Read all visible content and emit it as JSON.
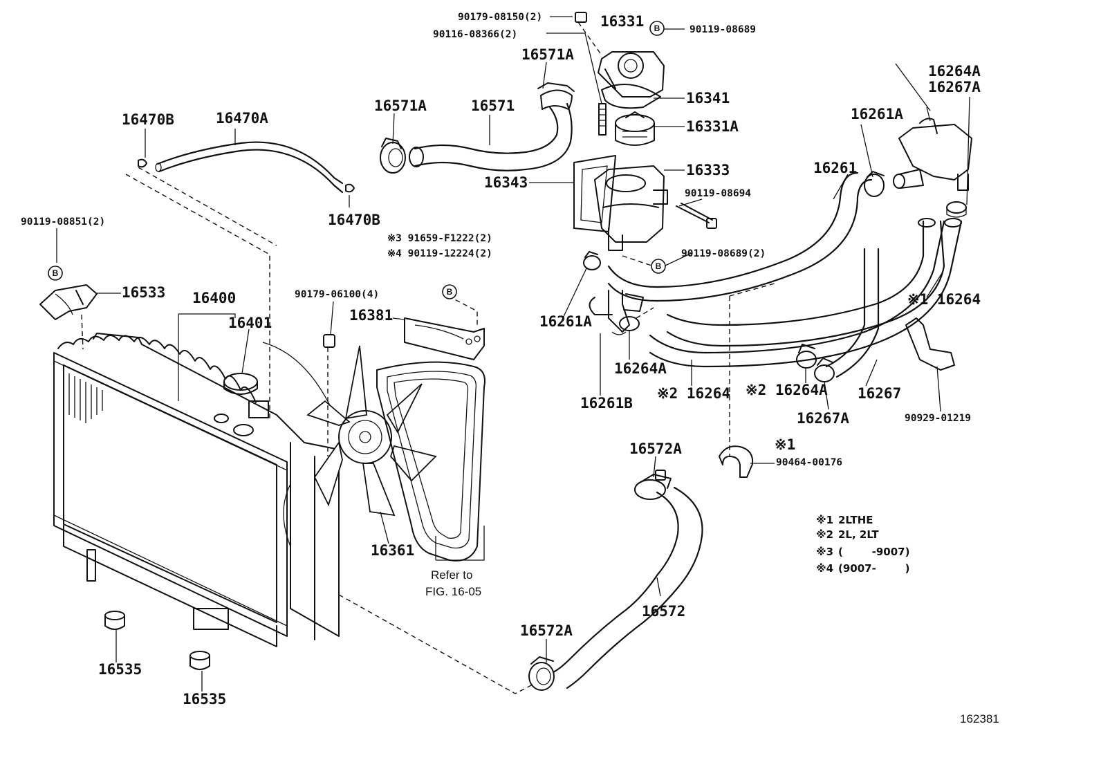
{
  "diagram_id": "162381",
  "parts": {
    "p16331": "16331",
    "p90179_08150": "90179-08150(2)",
    "p90119_08689_top": "90119-08689",
    "p90116_08366": "90116-08366(2)",
    "p16571A_top": "16571A",
    "p16571A_left": "16571A",
    "p16571": "16571",
    "p16341": "16341",
    "p16331A": "16331A",
    "p16343": "16343",
    "p16333": "16333",
    "p90119_08694": "90119-08694",
    "p90119_08689_2": "90119-08689(2)",
    "p16264A_top": "16264A",
    "p16267A_top": "16267A",
    "p16261A_top": "16261A",
    "p16261": "16261",
    "p16470B_top": "16470B",
    "p16470A": "16470A",
    "p16470B_bottom": "16470B",
    "p90119_08851": "90119-08851(2)",
    "p16533": "16533",
    "p16400": "16400",
    "p16401": "16401",
    "p90179_06100": "90179-06100(4)",
    "p91659": "※3 91659-F1222(2)",
    "p90119_12224": "※4 90119-12224(2)",
    "p16381": "16381",
    "p16261A_mid": "16261A",
    "p16264_right": "※1 16264",
    "p16264A_mid": "16264A",
    "p16261B": "16261B",
    "p16264_2": "※2 16264",
    "p16264A_2": "※2 16264A",
    "p16267": "16267",
    "p16267A_bottom": "16267A",
    "p90929_01219": "90929-01219",
    "p90464_00176": "90464-00176",
    "p_star1_clamp": "※1",
    "p16361": "16361",
    "p16572A_top": "16572A",
    "p16572": "16572",
    "p16572A_bottom": "16572A",
    "p16535_a": "16535",
    "p16535_b": "16535"
  },
  "bolt_marker": "B",
  "reference": {
    "line1": "Refer to",
    "line2": "FIG. 16-05"
  },
  "notes": [
    {
      "mark": "※1",
      "text": "2LTHE"
    },
    {
      "mark": "※2",
      "text": "2L, 2LT"
    },
    {
      "mark": "※3",
      "text": "(        -9007)"
    },
    {
      "mark": "※4",
      "text": "(9007-        )"
    }
  ]
}
